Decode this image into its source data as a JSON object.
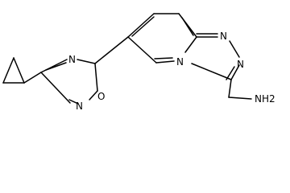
{
  "structure": {
    "type": "chemical-structure",
    "line_color": "#000000",
    "background_color": "#ffffff",
    "atom_labels": {
      "oxadiazole_n_upper": "N",
      "oxadiazole_n_lower": "N",
      "oxadiazole_o": "O",
      "triazole_n_upper_left": "N",
      "triazole_n_upper_right": "N",
      "triazole_n_bridgehead": "N",
      "amine_group": "NH2"
    }
  }
}
